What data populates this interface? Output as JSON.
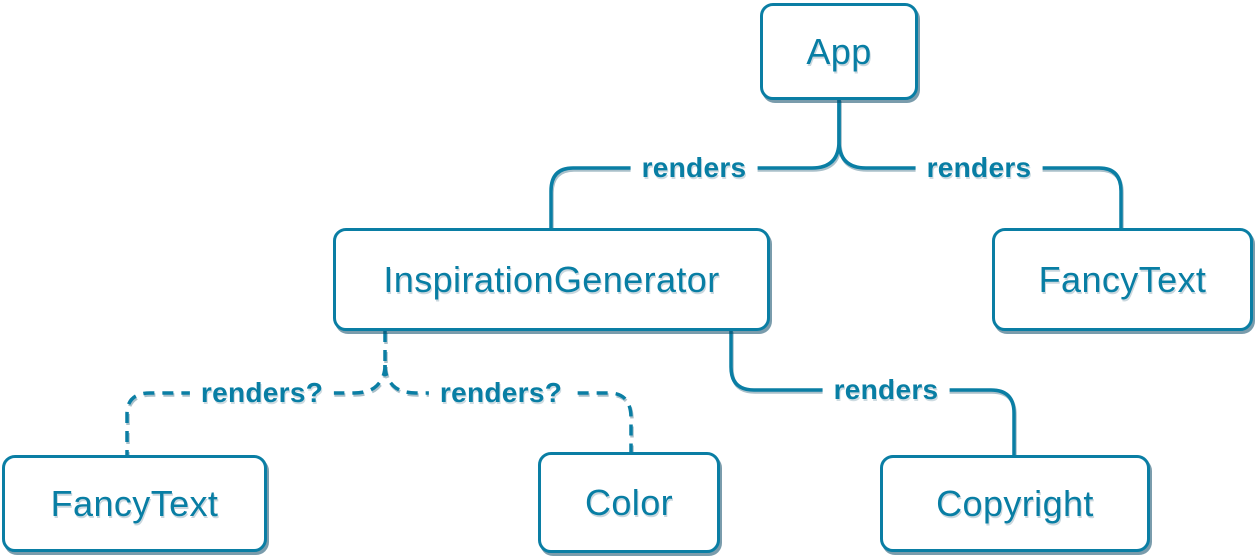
{
  "diagram": {
    "type": "component-render-tree",
    "nodes": [
      {
        "id": "app",
        "label": "App"
      },
      {
        "id": "inspiration-generator",
        "label": "InspirationGenerator"
      },
      {
        "id": "fancy-text-top",
        "label": "FancyText"
      },
      {
        "id": "fancy-text-bottom",
        "label": "FancyText"
      },
      {
        "id": "color",
        "label": "Color"
      },
      {
        "id": "copyright",
        "label": "Copyright"
      }
    ],
    "edges": [
      {
        "from": "App",
        "to": "InspirationGenerator",
        "label": "renders",
        "style": "solid"
      },
      {
        "from": "App",
        "to": "FancyText",
        "label": "renders",
        "style": "solid"
      },
      {
        "from": "InspirationGenerator",
        "to": "FancyText",
        "label": "renders?",
        "style": "dashed"
      },
      {
        "from": "InspirationGenerator",
        "to": "Color",
        "label": "renders?",
        "style": "dashed"
      },
      {
        "from": "InspirationGenerator",
        "to": "Copyright",
        "label": "renders",
        "style": "solid"
      }
    ],
    "colors": {
      "accent": "#087EA4",
      "line": "#0A7EA4",
      "node_fill": "#FFFFFF",
      "shadow": "#0C4A68"
    }
  }
}
